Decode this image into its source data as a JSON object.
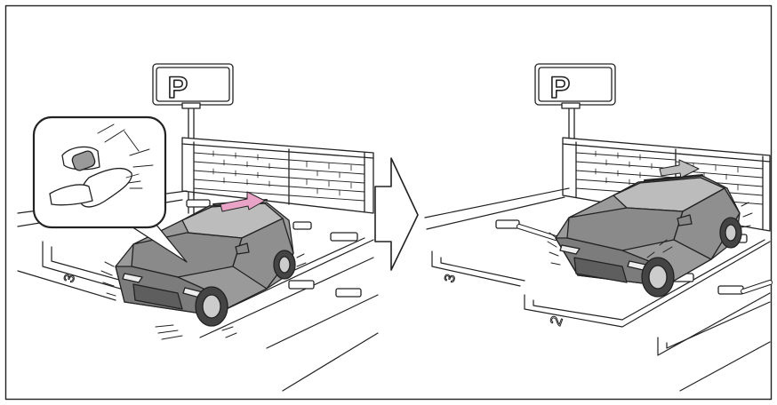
{
  "sign_left": {
    "letter": "P"
  },
  "sign_right": {
    "letter": "P"
  },
  "space_numbers_left": {
    "near": "3"
  },
  "space_numbers_right": {
    "near": "3",
    "front": "2"
  },
  "colors": {
    "line": "#222222",
    "body_gray": "#9a9a9a",
    "body_dark": "#7c7c7c",
    "arrow_left": "#e9a3c6",
    "arrow_right": "#bdbdbd",
    "ground": "#ffffff"
  }
}
